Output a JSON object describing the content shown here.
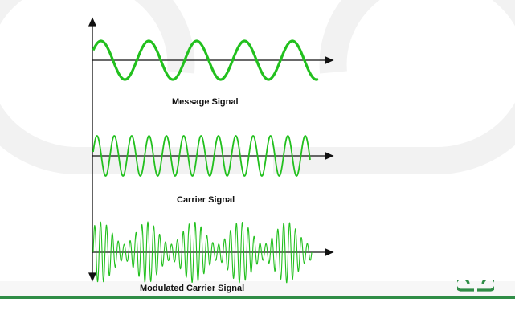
{
  "labels": {
    "message": "Message Signal",
    "carrier": "Carrier Signal",
    "modulated": "Modulated Carrier Signal"
  },
  "colors": {
    "signal": "#22c01e",
    "axis": "#111111",
    "watermark": "#f2f2f2",
    "brand": "#2f8d46"
  },
  "signals": {
    "message_cycles": 4.7,
    "carrier_cycles": 12.5,
    "modulated_cycles": 37,
    "modulation_envelope_cycles": 4.7
  },
  "icons": {
    "watermark": "geeksforgeeks-logo-watermark",
    "brand": "geeksforgeeks-logo-icon"
  }
}
